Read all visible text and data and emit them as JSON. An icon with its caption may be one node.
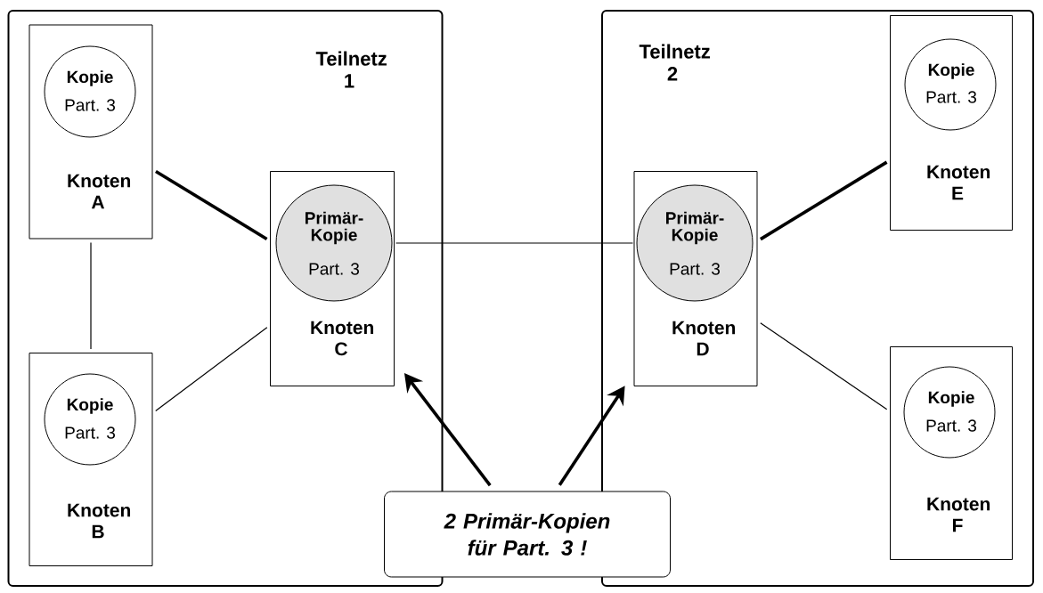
{
  "diagram": {
    "nodes": [
      {
        "text": [
          "Teilnetz 1"
        ]
      },
      {
        "text": [
          "Knoten A"
        ],
        "in": 0
      },
      {
        "text": [
          "Kopie",
          "Part. 3"
        ],
        "in": 1
      },
      {
        "text": [
          "Knoten B"
        ],
        "in": 0
      },
      {
        "text": [
          "Kopie",
          "Part. 3"
        ],
        "in": 3
      },
      {
        "text": [
          "Knoten C"
        ],
        "in": 0
      },
      {
        "text": [
          "Primär-Kopie",
          "Part. 3"
        ],
        "in": 5
      },
      {
        "text": [
          "Teilnetz 2"
        ]
      },
      {
        "text": [
          "Knoten D"
        ],
        "in": 7
      },
      {
        "text": [
          "Primär-Kopie",
          "Part. 3"
        ],
        "in": 8
      },
      {
        "text": [
          "Knoten E"
        ],
        "in": 7
      },
      {
        "text": [
          "Kopie",
          "Part. 3"
        ],
        "in": 10
      },
      {
        "text": [
          "Knoten F"
        ],
        "in": 7
      },
      {
        "text": [
          "Kopie",
          "Part. 3"
        ],
        "in": 12
      },
      {
        "text": [
          "2 Primär-Kopien für Part. 3 !"
        ]
      }
    ],
    "edges": [
      {
        "from": 1,
        "to": 3,
        "arrow": "none"
      },
      {
        "from": 1,
        "to": 5,
        "arrow": "none",
        "style": "thick"
      },
      {
        "from": 3,
        "to": 5,
        "arrow": "none"
      },
      {
        "from": 6,
        "to": 9,
        "arrow": "none"
      },
      {
        "from": 8,
        "to": 10,
        "arrow": "none",
        "style": "thick"
      },
      {
        "from": 8,
        "to": 12,
        "arrow": "none"
      },
      {
        "from": 14,
        "to": 5,
        "arrow": "to",
        "style": "thick"
      },
      {
        "from": 14,
        "to": 8,
        "arrow": "to",
        "style": "thick"
      }
    ]
  }
}
